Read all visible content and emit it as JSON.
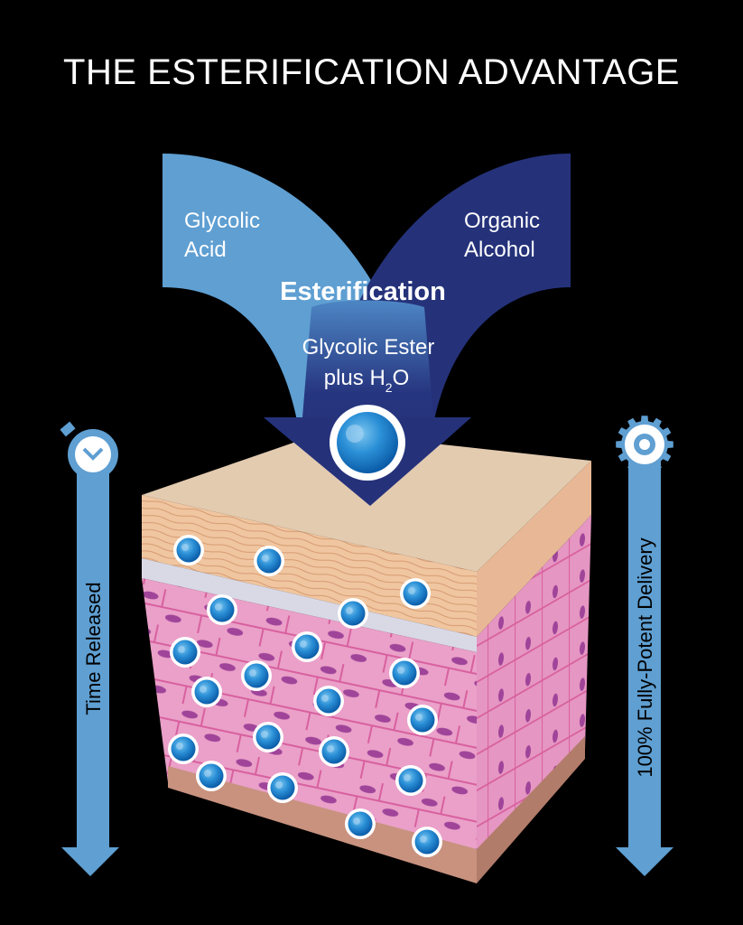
{
  "title": "THE ESTERIFICATION ADVANTAGE",
  "inputs": {
    "left": {
      "line1": "Glycolic",
      "line2": "Acid"
    },
    "right": {
      "line1": "Organic",
      "line2": "Alcohol"
    }
  },
  "process": {
    "label": "Esterification"
  },
  "product": {
    "line1": "Glycolic Ester",
    "line2_prefix": "plus H",
    "subscript": "2",
    "line2_suffix": "O"
  },
  "left_bar": {
    "label": "Time Released",
    "icon": "stopwatch-icon"
  },
  "right_bar": {
    "label": "100% Fully-Potent Delivery",
    "icon": "gear-icon"
  },
  "colors": {
    "light_blue": "#5f9fd2",
    "dark_blue": "#25327a",
    "skin_top": "#e3cbb0",
    "dermis_pink": "#e68dbb",
    "molecule": "#1f7fc8"
  },
  "molecule_count": 24
}
